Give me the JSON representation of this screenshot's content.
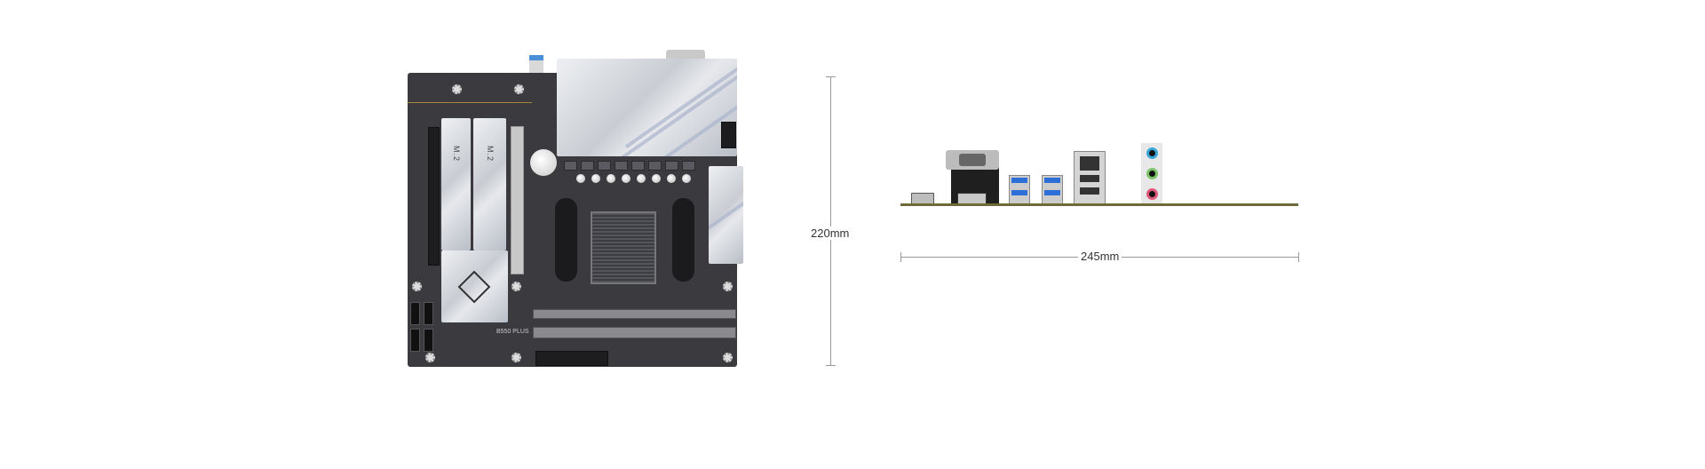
{
  "product": {
    "board_model": "B550 PLUS",
    "m2_labels": [
      "M.2",
      "M.2"
    ]
  },
  "dimensions": {
    "height_label": "220mm",
    "width_label": "245mm"
  },
  "io_panel": {
    "ports": [
      "hdmi",
      "vga",
      "displayport",
      "usb3-pair",
      "usb3-pair",
      "rj45-usb2-stack",
      "audio-jacks"
    ],
    "audio_colors": [
      "#3aa7d8",
      "#7cc46a",
      "#e0587a"
    ],
    "usb3_color": "#2d6fd6"
  }
}
